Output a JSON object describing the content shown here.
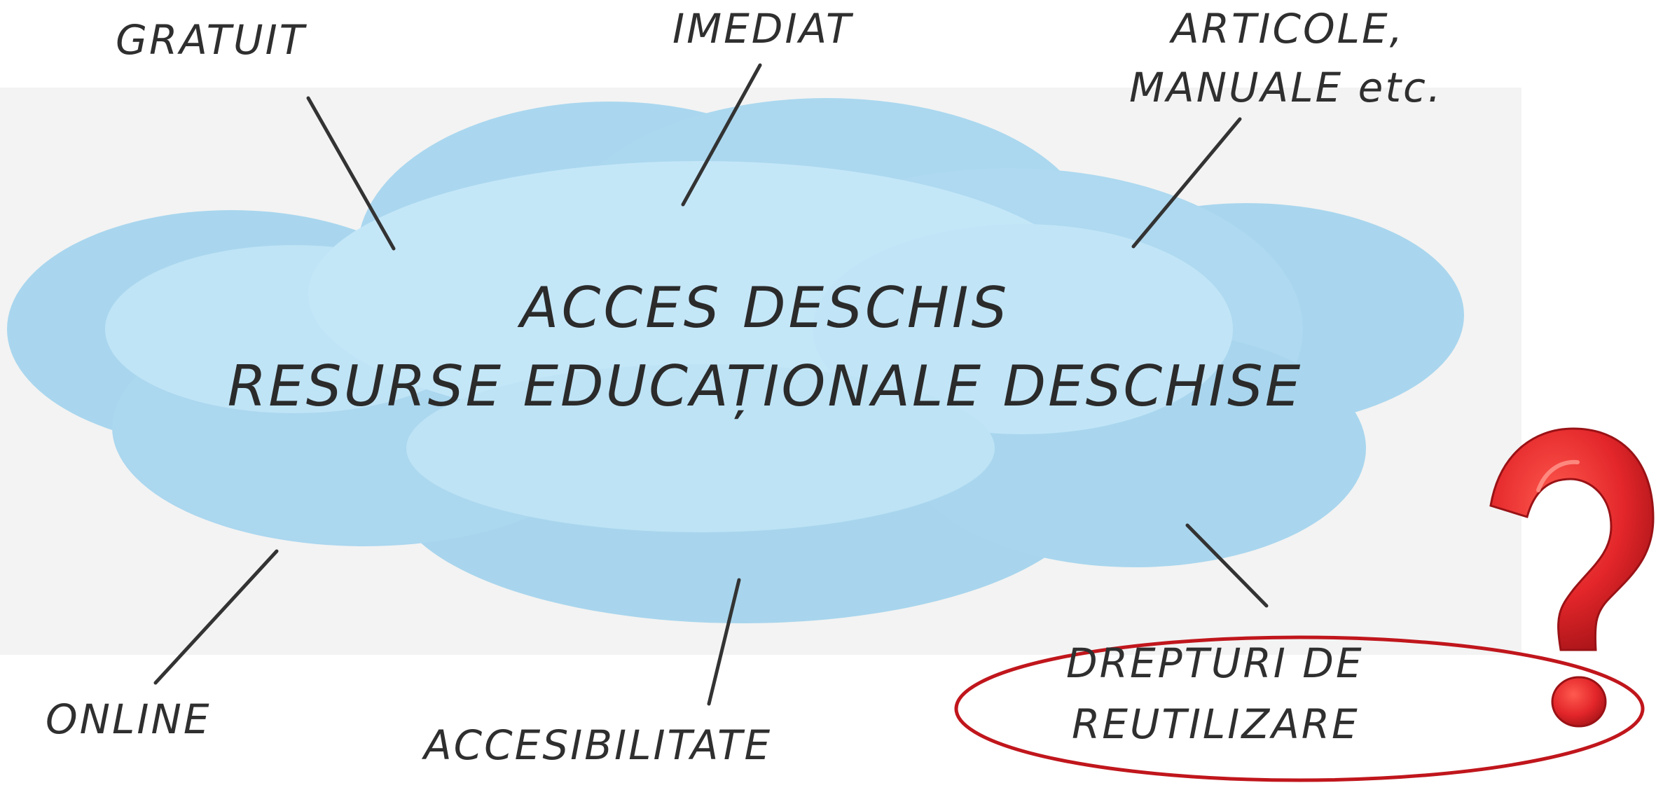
{
  "center": {
    "line1": "ACCES DESCHIS",
    "line2": "RESURSE EDUCAȚIONALE DESCHISE"
  },
  "labels": {
    "gratuit": "GRATUIT",
    "imediat": "IMEDIAT",
    "articole_line1": "ARTICOLE,",
    "articole_line2": "MANUALE etc.",
    "online": "ONLINE",
    "accesibilitate": "ACCESIBILITATE",
    "drepturi_line1": "DREPTURI DE",
    "drepturi_line2": "REUTILIZARE",
    "question_mark": "?"
  },
  "colors": {
    "cloud_light": "#bfe4f6",
    "cloud_mid": "#a9d6ee",
    "cloud_dark": "#8fc5e3",
    "backdrop": "#f3f3f3",
    "text": "#2f2f2f",
    "connector": "#333333",
    "ellipse": "#c0161c",
    "question": "#e3262a"
  }
}
